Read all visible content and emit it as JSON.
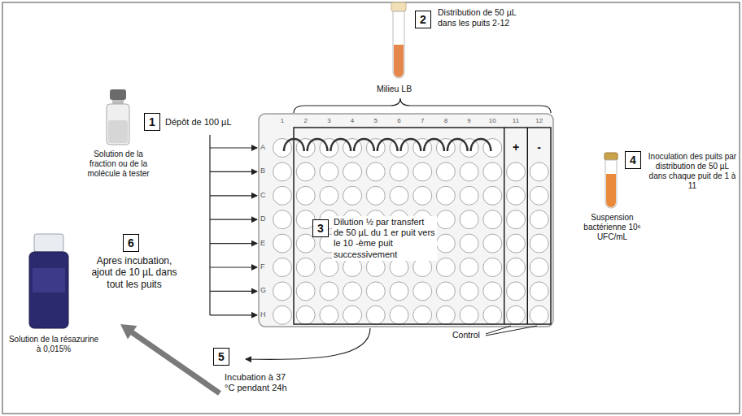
{
  "diagram": {
    "nodes": [
      {
        "text": [
          "1"
        ]
      },
      {
        "text": [
          "2"
        ]
      },
      {
        "text": [
          "3"
        ]
      },
      {
        "text": [
          "4"
        ]
      },
      {
        "text": [
          "5"
        ]
      },
      {
        "text": [
          "6"
        ]
      }
    ],
    "labels": [
      "Solution de la fraction ou de la molécule à tester",
      "Dépôt de 100 µL",
      "Distribution de 50 µL dans les puits 2-12",
      "Milieu LB",
      "1",
      "2",
      "3",
      "4",
      "5",
      "6",
      "7",
      "8",
      "9",
      "10",
      "11",
      "12",
      "A",
      "B",
      "C",
      "D",
      "E",
      "F",
      "G",
      "H",
      "+",
      "-",
      "Dilution ½ par transfert de 50 µL du 1 er puit vers le 10 -ème puit successivement",
      "Inoculation des puits par distribution de 50 µL dans chaque puit de 1 à 11",
      "Suspension bactérienne 10⁶ UFC/mL",
      "Apres incubation, ajout de 10 µL dans tout les puits",
      "Solution de la résazurine à 0,015%",
      "Control",
      "Incubation à 37 °C pendant 24h"
    ]
  }
}
